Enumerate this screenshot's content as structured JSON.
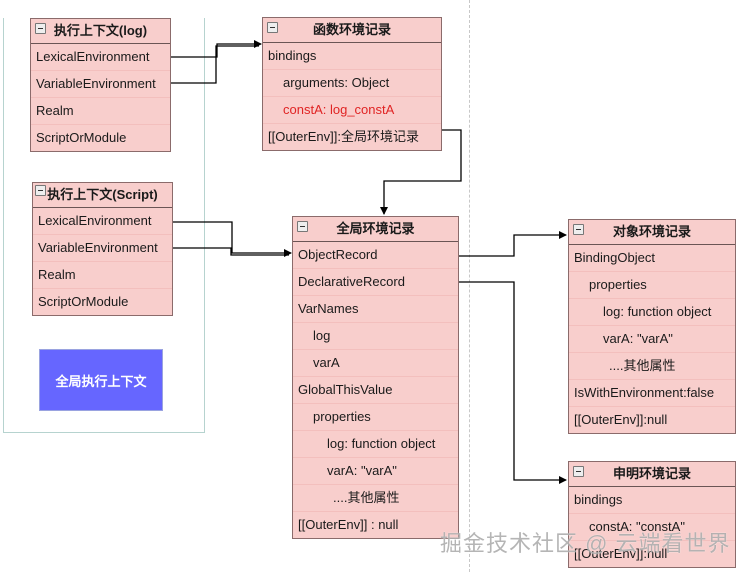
{
  "exec_ctx_log": {
    "title": "执行上下文(log)",
    "rows": [
      "LexicalEnvironment",
      "VariableEnvironment",
      "Realm",
      "ScriptOrModule"
    ]
  },
  "exec_ctx_script": {
    "title": "执行上下文(Script)",
    "rows": [
      "LexicalEnvironment",
      "VariableEnvironment",
      "Realm",
      "ScriptOrModule"
    ]
  },
  "global_exec_ctx": {
    "label": "全局执行上下文",
    "color": "#6666ff"
  },
  "function_env": {
    "title": "函数环境记录",
    "rows": [
      "bindings",
      "arguments:  Object",
      "constA:  log_constA",
      "[[OuterEnv]]:全局环境记录"
    ],
    "highlight_color": "#e02424"
  },
  "global_env": {
    "title": "全局环境记录",
    "rows": [
      "ObjectRecord",
      "DeclarativeRecord",
      "VarNames",
      "log",
      "varA",
      "GlobalThisValue",
      "properties",
      "log: function object",
      "varA:  \"varA\"",
      "....其他属性",
      "[[OuterEnv]] :   null"
    ]
  },
  "object_env": {
    "title": "对象环境记录",
    "rows": [
      "BindingObject",
      "properties",
      "log: function object",
      "varA: \"varA\"",
      "....其他属性",
      "IsWithEnvironment:false",
      "[[OuterEnv]]:null"
    ]
  },
  "declarative_env": {
    "title": "申明环境记录",
    "rows": [
      "bindings",
      "constA: \"constA\"",
      "[[OuterEnv]]:null"
    ]
  },
  "watermark": "掘金技术社区 @ 云端看世界",
  "colors": {
    "box_fill": "#f8cecc",
    "box_border": "#8b6b6b"
  }
}
